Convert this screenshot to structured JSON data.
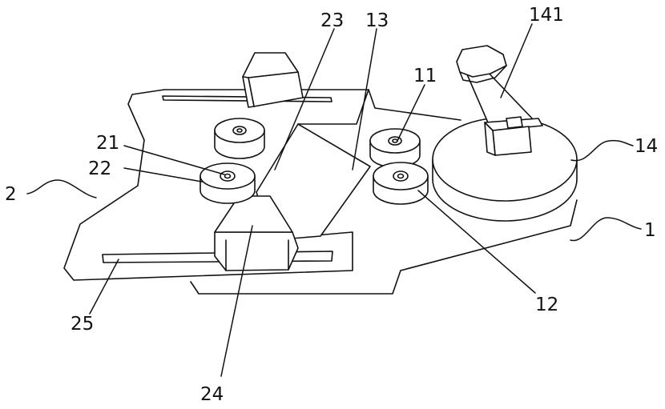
{
  "labels": {
    "l1": "1",
    "l2": "2",
    "l11": "11",
    "l12": "12",
    "l13": "13",
    "l14": "14",
    "l21": "21",
    "l22": "22",
    "l23": "23",
    "l24": "24",
    "l25": "25",
    "l141": "141"
  }
}
